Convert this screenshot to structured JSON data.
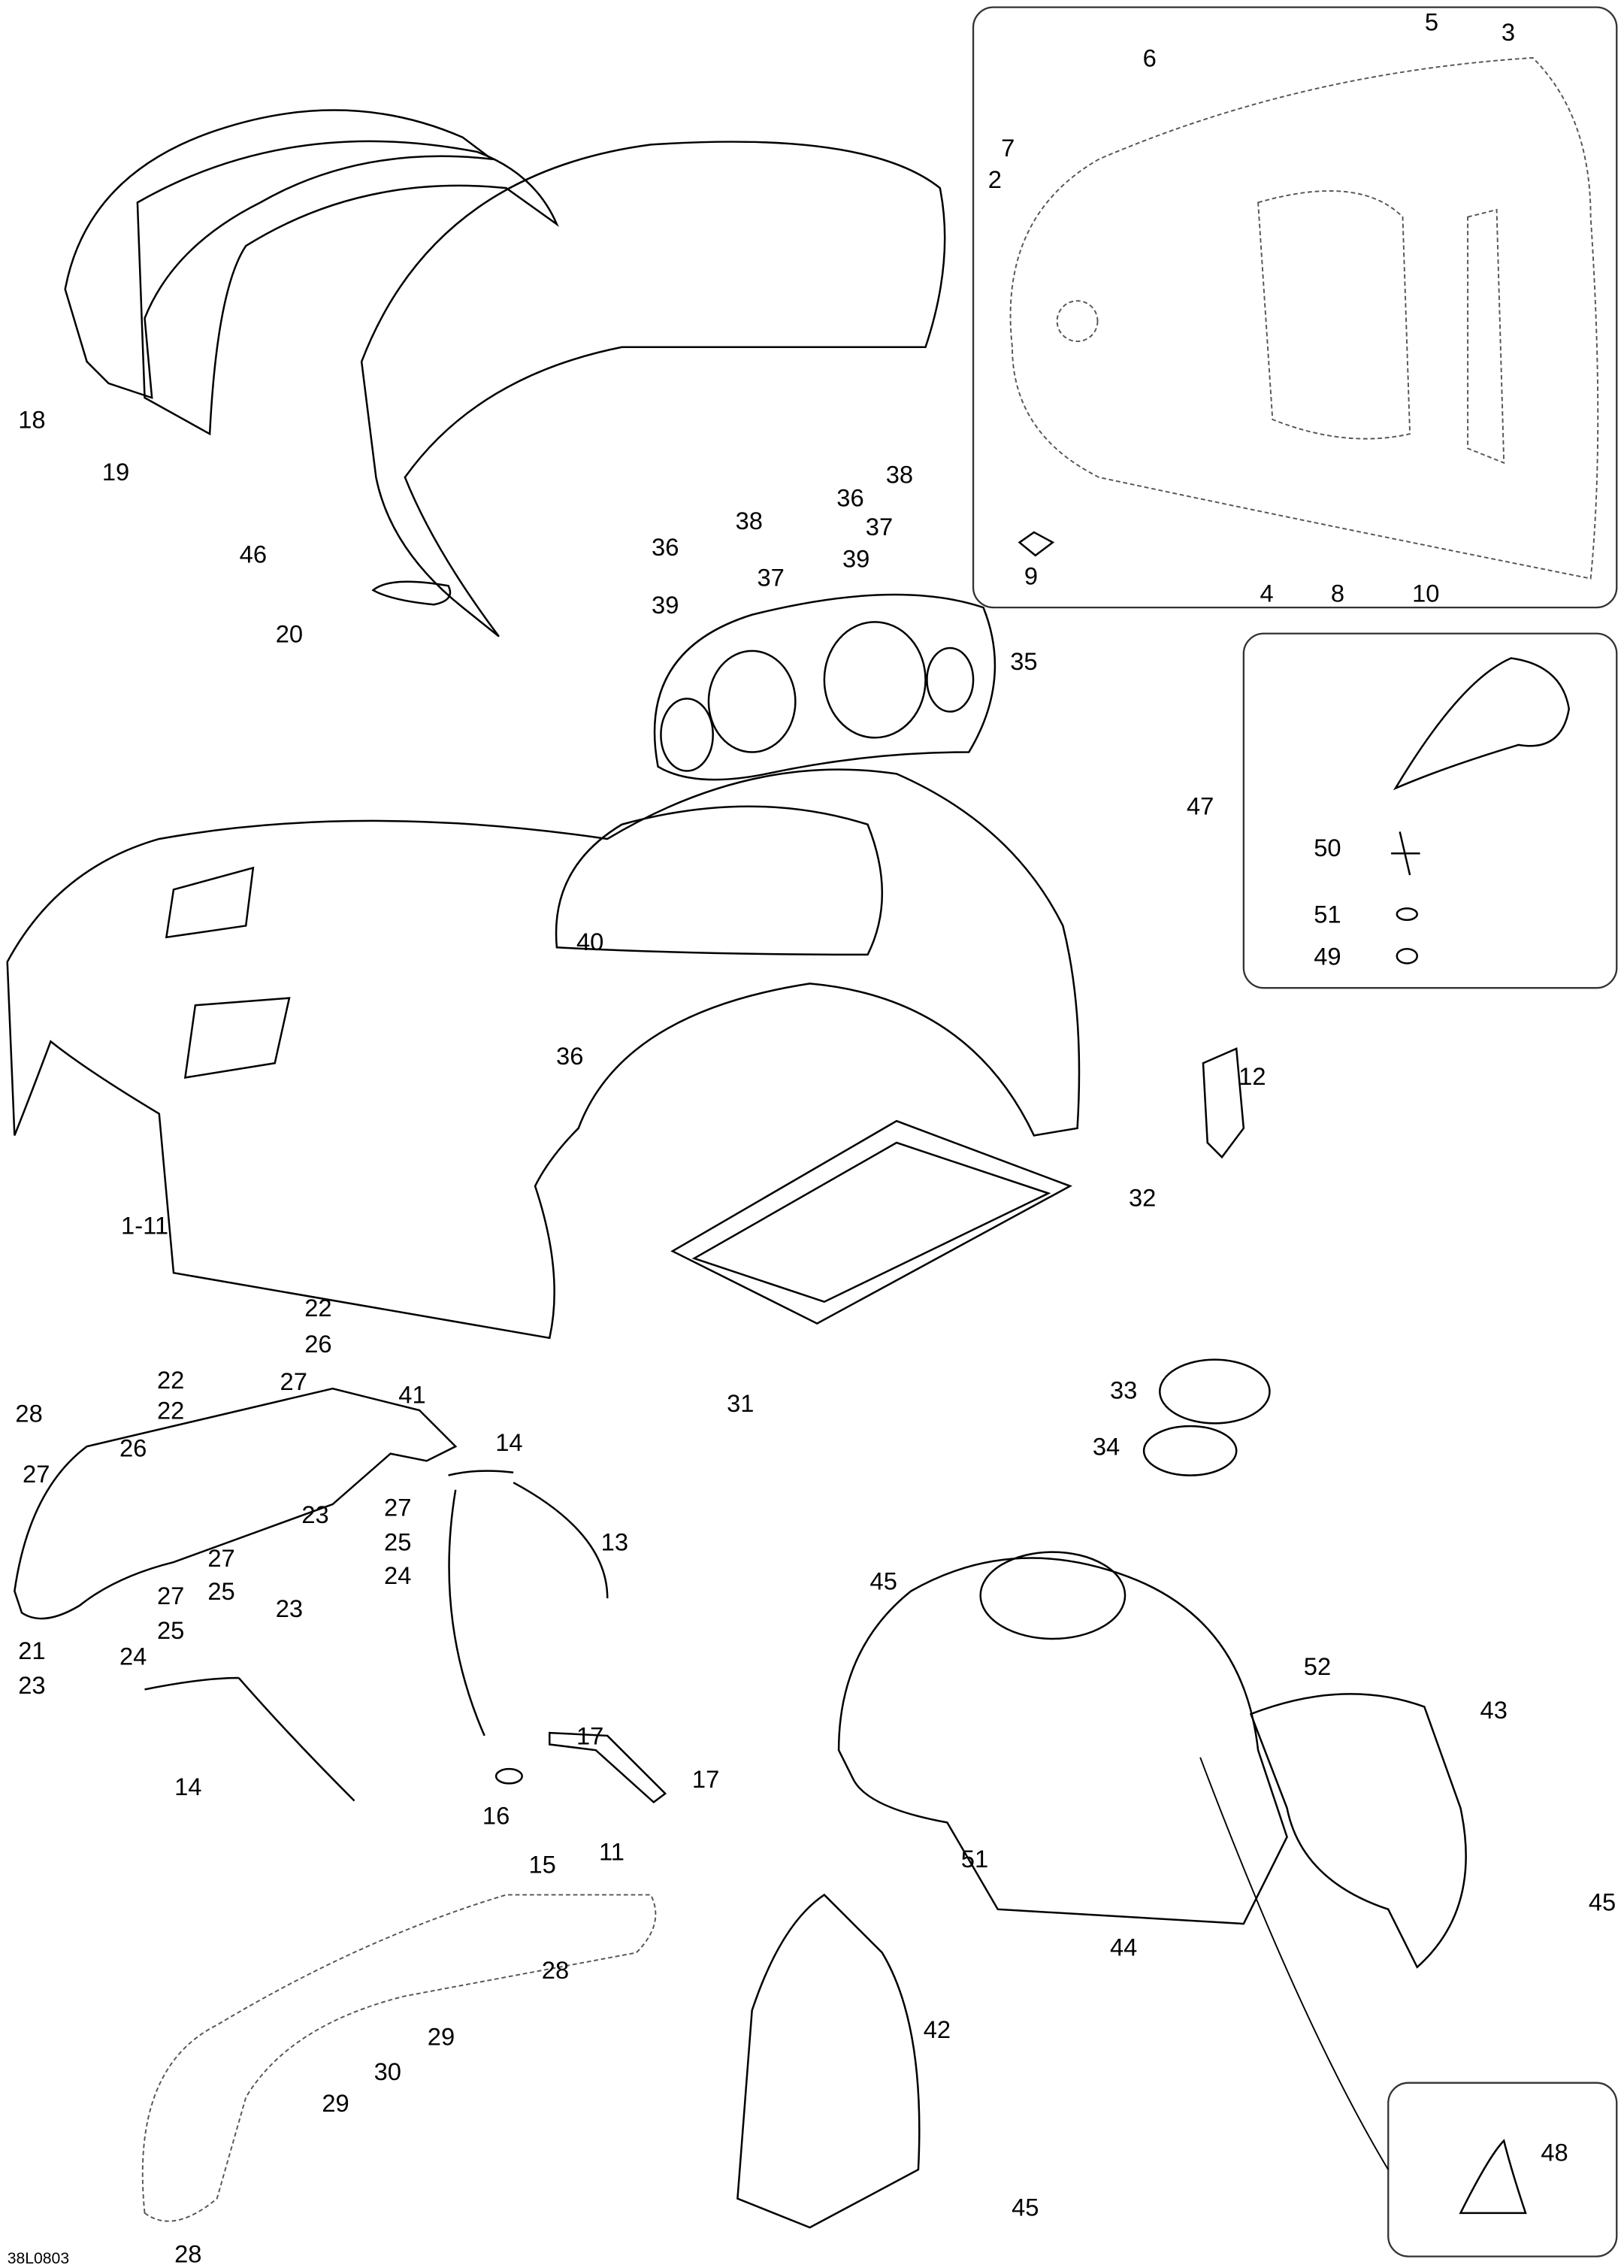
{
  "drawing_code": "38L0803",
  "callouts": [
    "18",
    "19",
    "46",
    "20",
    "6",
    "5",
    "3",
    "7",
    "2",
    "9",
    "4",
    "8",
    "10",
    "38",
    "36",
    "37",
    "39",
    "38",
    "36",
    "37",
    "39",
    "35",
    "47",
    "50",
    "51",
    "49",
    "40",
    "36",
    "12",
    "32",
    "1-11",
    "22",
    "26",
    "22",
    "27",
    "22",
    "28",
    "41",
    "26",
    "27",
    "14",
    "13",
    "27",
    "25",
    "23",
    "27",
    "25",
    "24",
    "23",
    "27",
    "25",
    "21",
    "24",
    "23",
    "14",
    "17",
    "17",
    "16",
    "15",
    "11",
    "31",
    "33",
    "34",
    "45",
    "52",
    "43",
    "51",
    "45",
    "44",
    "42",
    "28",
    "29",
    "30",
    "29",
    "48",
    "45",
    "28"
  ]
}
